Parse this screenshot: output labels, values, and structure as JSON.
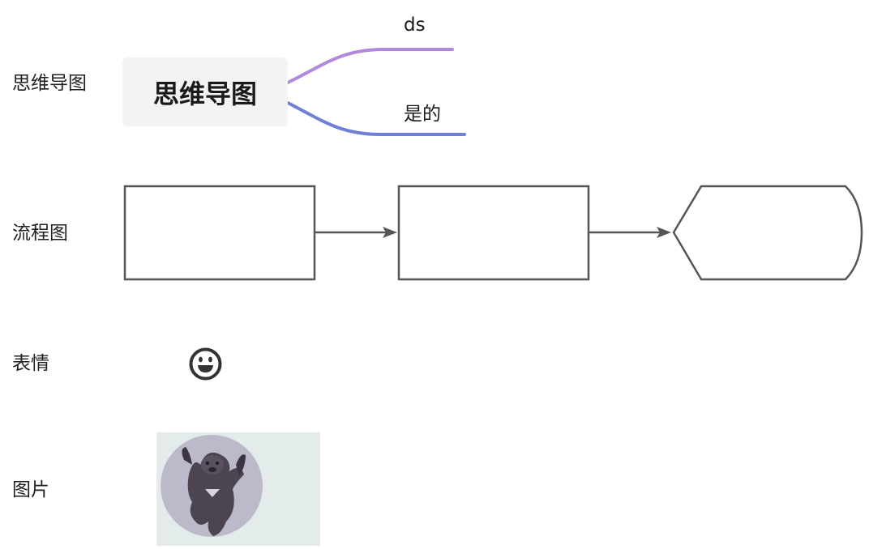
{
  "labels": {
    "mindmap": "思维导图",
    "flowchart": "流程图",
    "emoji": "表情",
    "image": "图片"
  },
  "mindmap": {
    "root": "思维导图",
    "children": [
      {
        "text": "ds",
        "color": "#b088dc"
      },
      {
        "text": "是的",
        "color": "#6f80d6"
      }
    ]
  },
  "flowchart": {
    "shapes": [
      "process",
      "process",
      "display"
    ],
    "stroke_color": "#555555"
  },
  "emoji": {
    "icon": "grinning-face-icon",
    "color": "#333333"
  },
  "image": {
    "subject": "bear-photo",
    "background": "#e8eef0",
    "circle_color": "#b9b7c8"
  }
}
